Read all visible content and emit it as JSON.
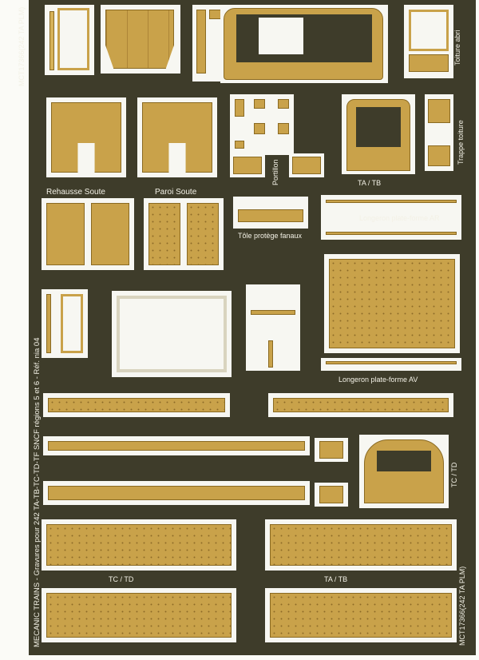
{
  "sheet": {
    "title_main": "MECANIC TRAINS - Gravures pour 242 TA-TB-TC-TD-TF SNCF  régions 5 et 6 - Réf. nia 04",
    "ref_top": "MCT17366(242 TA PLM)",
    "ref_bottom": "MCT17366(242 TA PLM)"
  },
  "labels": {
    "toiture_abri": "Toiture abri",
    "trappe_toiture": "Trappe toiture",
    "portillon": "Portillon",
    "ta_tb_cab": "TA / TB",
    "rehausse_soute": "Rehausse Soute",
    "paroi_soute": "Paroi Soute",
    "tole_protege_fanaux": "Tôle protège fanaux",
    "longeron_ar": "Longeron plate-forme AR",
    "longeron_av": "Longeron plate-forme AV",
    "tc_td_cab": "TC / TD",
    "tc_td_plate": "TC / TD",
    "ta_tb_plate": "TA / TB"
  },
  "colors": {
    "fret_background": "#3e3c2a",
    "brass": "#c9a24a",
    "etch_clearance": "#f7f7f2",
    "label_text": "#f3f1e6"
  }
}
